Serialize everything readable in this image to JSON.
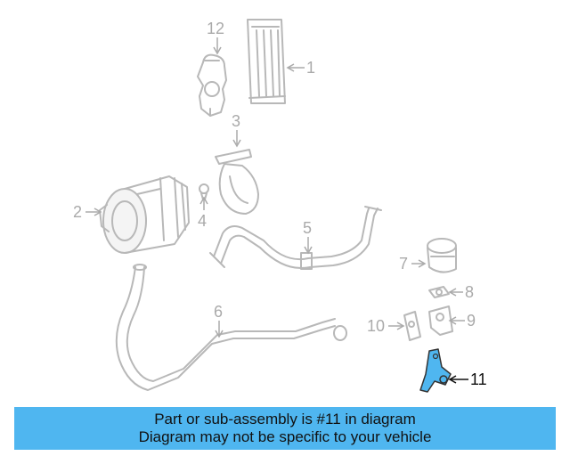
{
  "diagram": {
    "callouts": {
      "c1": "1",
      "c2": "2",
      "c3": "3",
      "c4": "4",
      "c5": "5",
      "c6": "6",
      "c7": "7",
      "c8": "8",
      "c9": "9",
      "c10": "10",
      "c11": "11",
      "c12": "12"
    },
    "highlighted_part": "11",
    "highlight_color": "#4fb6f0"
  },
  "banner": {
    "line1": "Part or sub-assembly is #11 in diagram",
    "line2": "Diagram may not be specific to your vehicle",
    "background": "#4fb6f0"
  }
}
